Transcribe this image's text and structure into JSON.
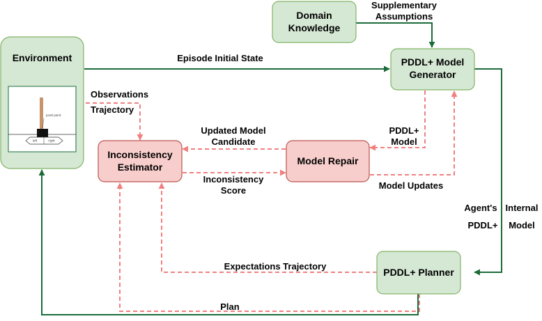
{
  "nodes": {
    "environment": "Environment",
    "domain_knowledge": [
      "Domain",
      "Knowledge"
    ],
    "model_generator": [
      "PDDL+ Model",
      "Generator"
    ],
    "inconsistency_estimator": [
      "Inconsistency",
      "Estimator"
    ],
    "model_repair": "Model Repair",
    "planner": "PDDL+ Planner"
  },
  "edges": {
    "supplementary_assumptions": [
      "Supplementary",
      "Assumptions"
    ],
    "episode_initial_state": "Episode Initial State",
    "observations_trajectory": [
      "Observations",
      "Trajectory"
    ],
    "updated_model_candidate": [
      "Updated Model",
      "Candidate"
    ],
    "pddl_model": [
      "PDDL+",
      "Model"
    ],
    "inconsistency_score": [
      "Inconsistency",
      "Score"
    ],
    "model_updates": "Model Updates",
    "agents_internal_model": [
      "Agent's",
      "Internal",
      "PDDL+",
      "Model"
    ],
    "expectations_trajectory": "Expectations Trajectory",
    "plan": "Plan"
  },
  "illustration": {
    "pivot_label": "pivot point",
    "left_label": "left",
    "right_label": "right"
  },
  "colors": {
    "green_fill": "#d5e8d4",
    "green_stroke": "#82b366",
    "red_fill": "#f8cecc",
    "red_stroke": "#b85450",
    "solid_arrow": "#1b6b3a",
    "dashed_arrow": "#f08080"
  }
}
